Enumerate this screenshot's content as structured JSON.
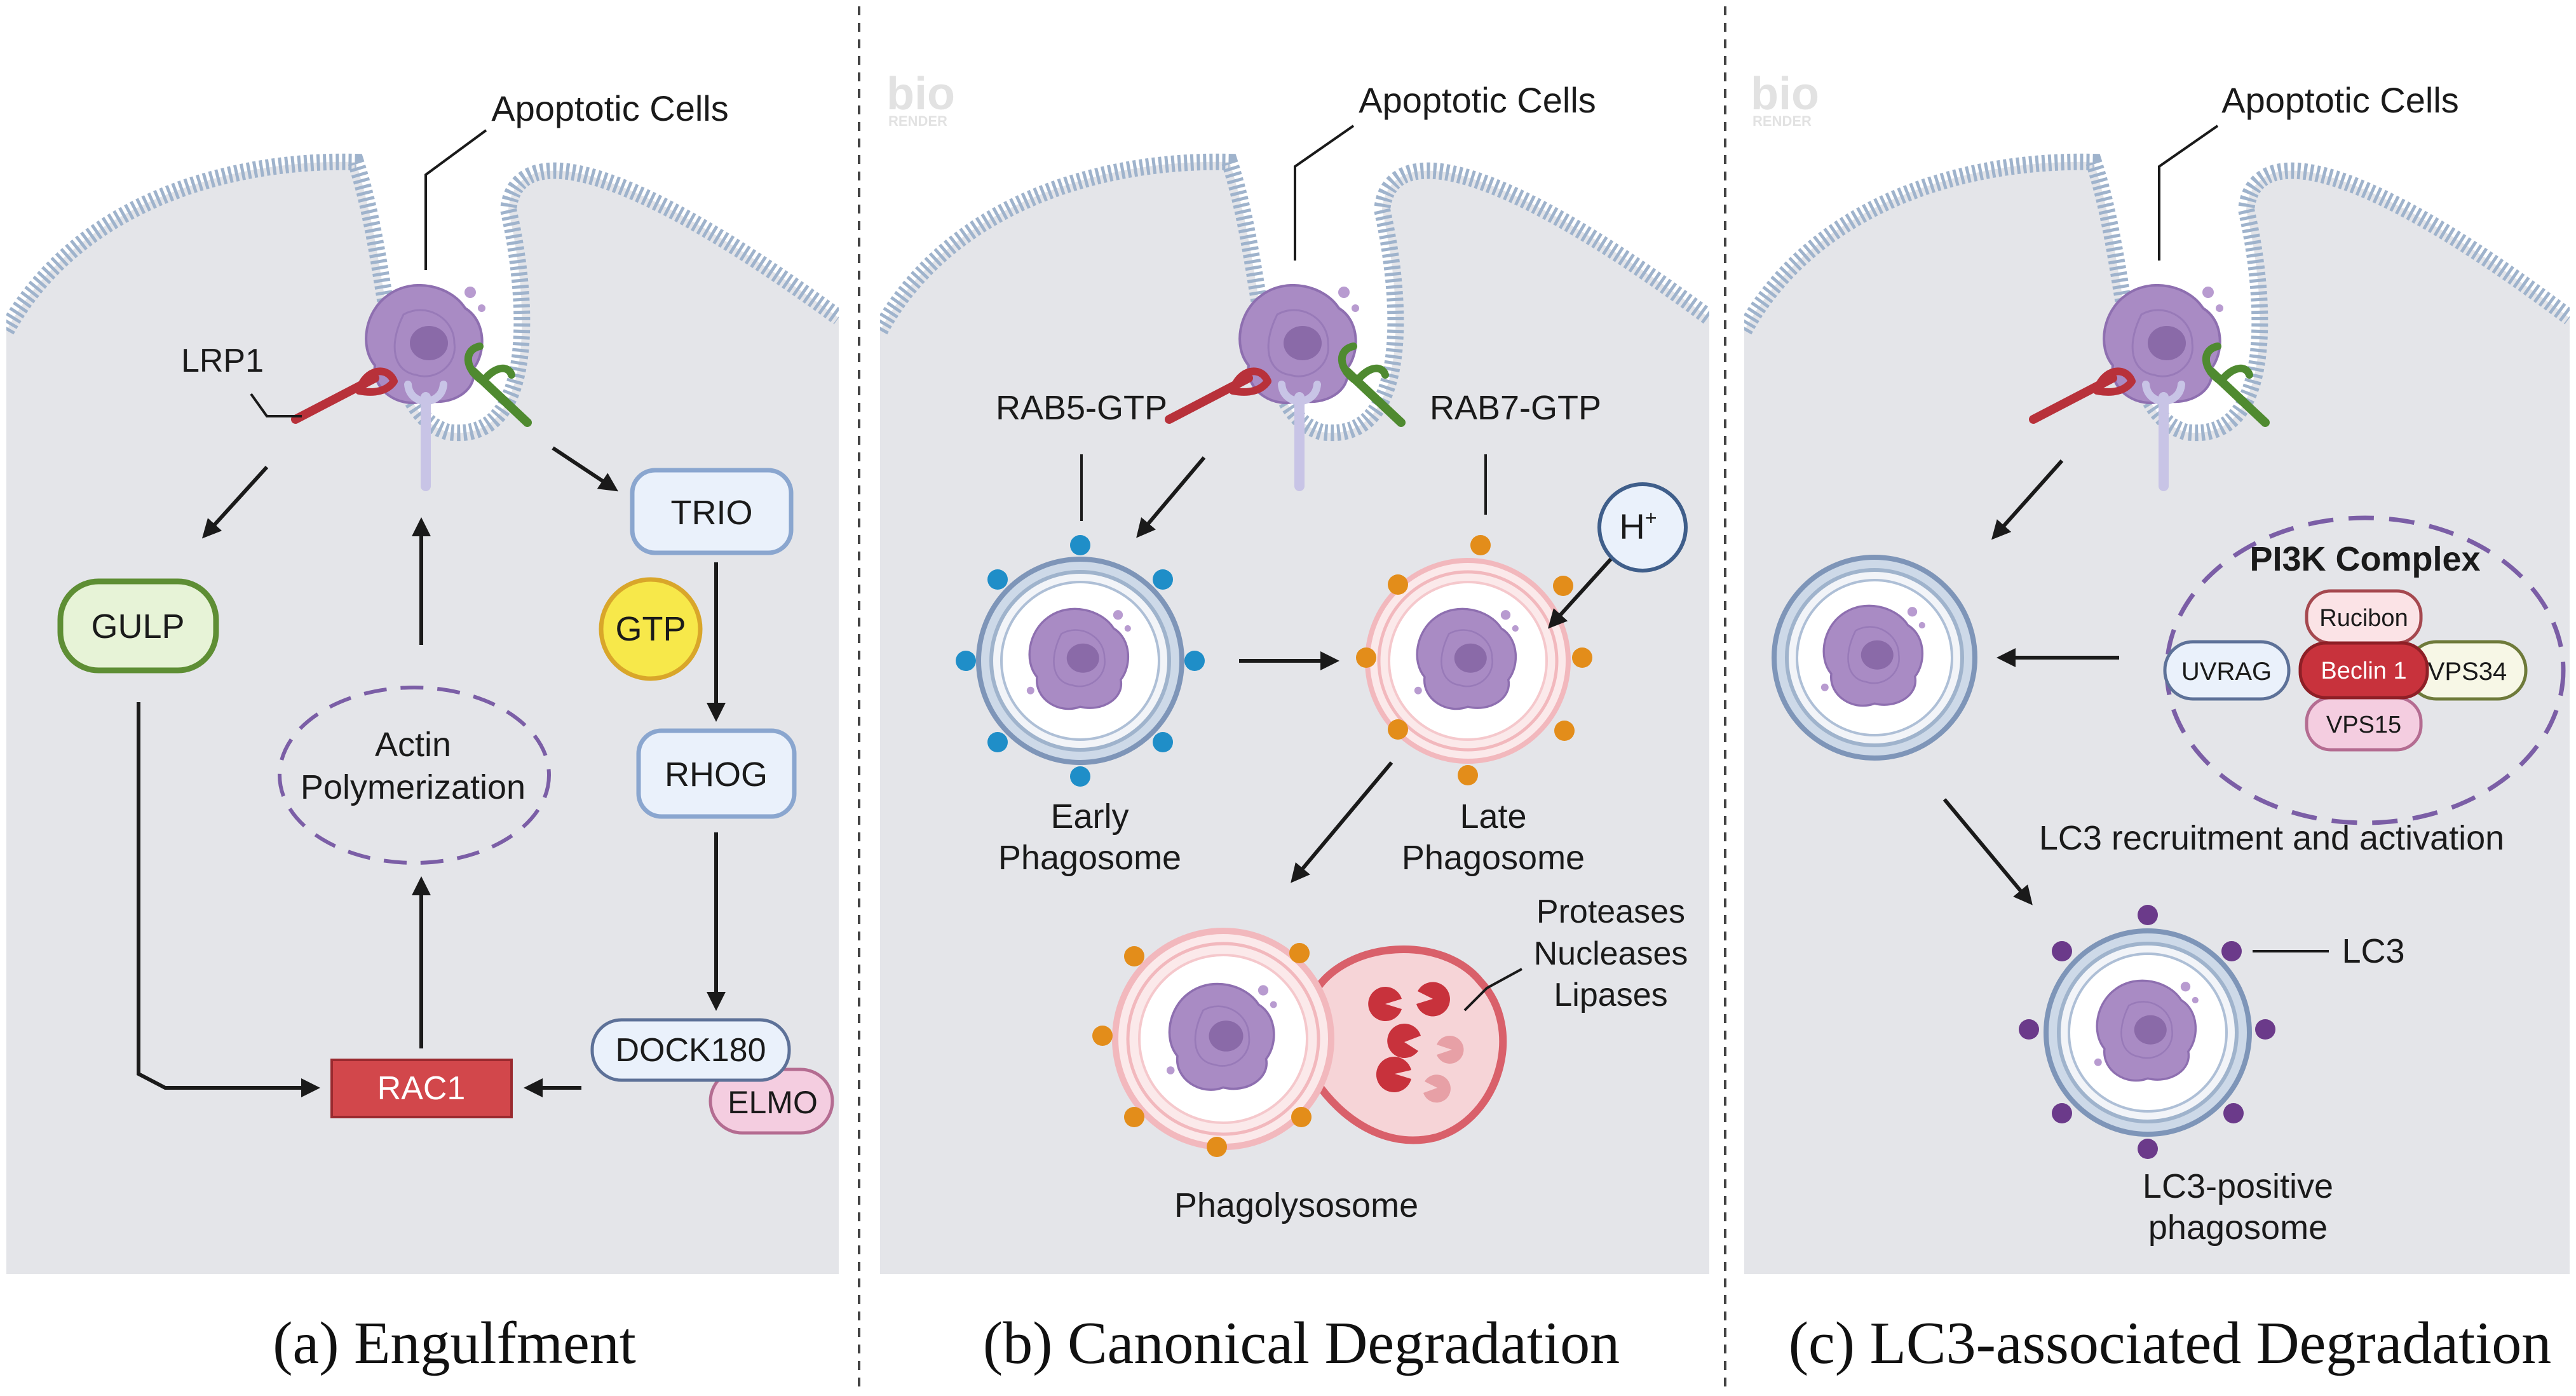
{
  "panels": [
    {
      "caption": "(a) Engulfment",
      "apoptotic_label": "Apoptotic Cells",
      "receptor_label": "LRP1",
      "nodes": {
        "trio": "TRIO",
        "gtp": "GTP",
        "rhog": "RHOG",
        "dock180": "DOCK180",
        "elmo": "ELMO",
        "rac1": "RAC1",
        "gulp": "GULP",
        "actin_line1": "Actin",
        "actin_line2": "Polymerization"
      }
    },
    {
      "caption": "(b) Canonical Degradation",
      "apoptotic_label": "Apoptotic Cells",
      "rab5": "RAB5-GTP",
      "rab7": "RAB7-GTP",
      "hplus": "H",
      "hplus_sup": "+",
      "early_line1": "Early",
      "early_line2": "Phagosome",
      "late_line1": "Late",
      "late_line2": "Phagosome",
      "enzymes": [
        "Proteases",
        "Nucleases",
        "Lipases"
      ],
      "phagolysosome": "Phagolysosome"
    },
    {
      "caption": "(c) LC3-associated Degradation",
      "apoptotic_label": "Apoptotic Cells",
      "pi3k_title": "PI3K Complex",
      "rucibon": "Rucibon",
      "beclin": "Beclin 1",
      "uvrag": "UVRAG",
      "vps34": "VPS34",
      "vps15": "VPS15",
      "lc3_recruit": "LC3 recruitment and activation",
      "lc3": "LC3",
      "lc3_pos_line1": "LC3-positive",
      "lc3_pos_line2": "phagosome"
    }
  ],
  "watermark": "bio",
  "watermark_sub": "RENDER",
  "colors": {
    "cell_bg": "#e4e5e9",
    "membrane": "#9fb3cc",
    "receptor_red": "#b8313a",
    "receptor_green": "#4f8a30",
    "receptor_lilac": "#c8c4e6",
    "apoptotic": "#a98bc4",
    "rac1": "#d2474b",
    "gulp_fill": "#e7f3d7",
    "gulp_stroke": "#5e8e34",
    "blue_box_fill": "#eaf1fb",
    "blue_box_stroke": "#8aa6cf",
    "gtp_fill": "#f7e84a",
    "gtp_stroke": "#d9a62a",
    "elmo_fill": "#f4cde0",
    "dashed_purple": "#7b5ea6",
    "rab5_dot": "#1f8ec8",
    "rab7_dot": "#e38d1a",
    "lc3_dot": "#6b3a8a",
    "late_ring": "#f2b8bd",
    "lysosome": "#d9606a"
  }
}
